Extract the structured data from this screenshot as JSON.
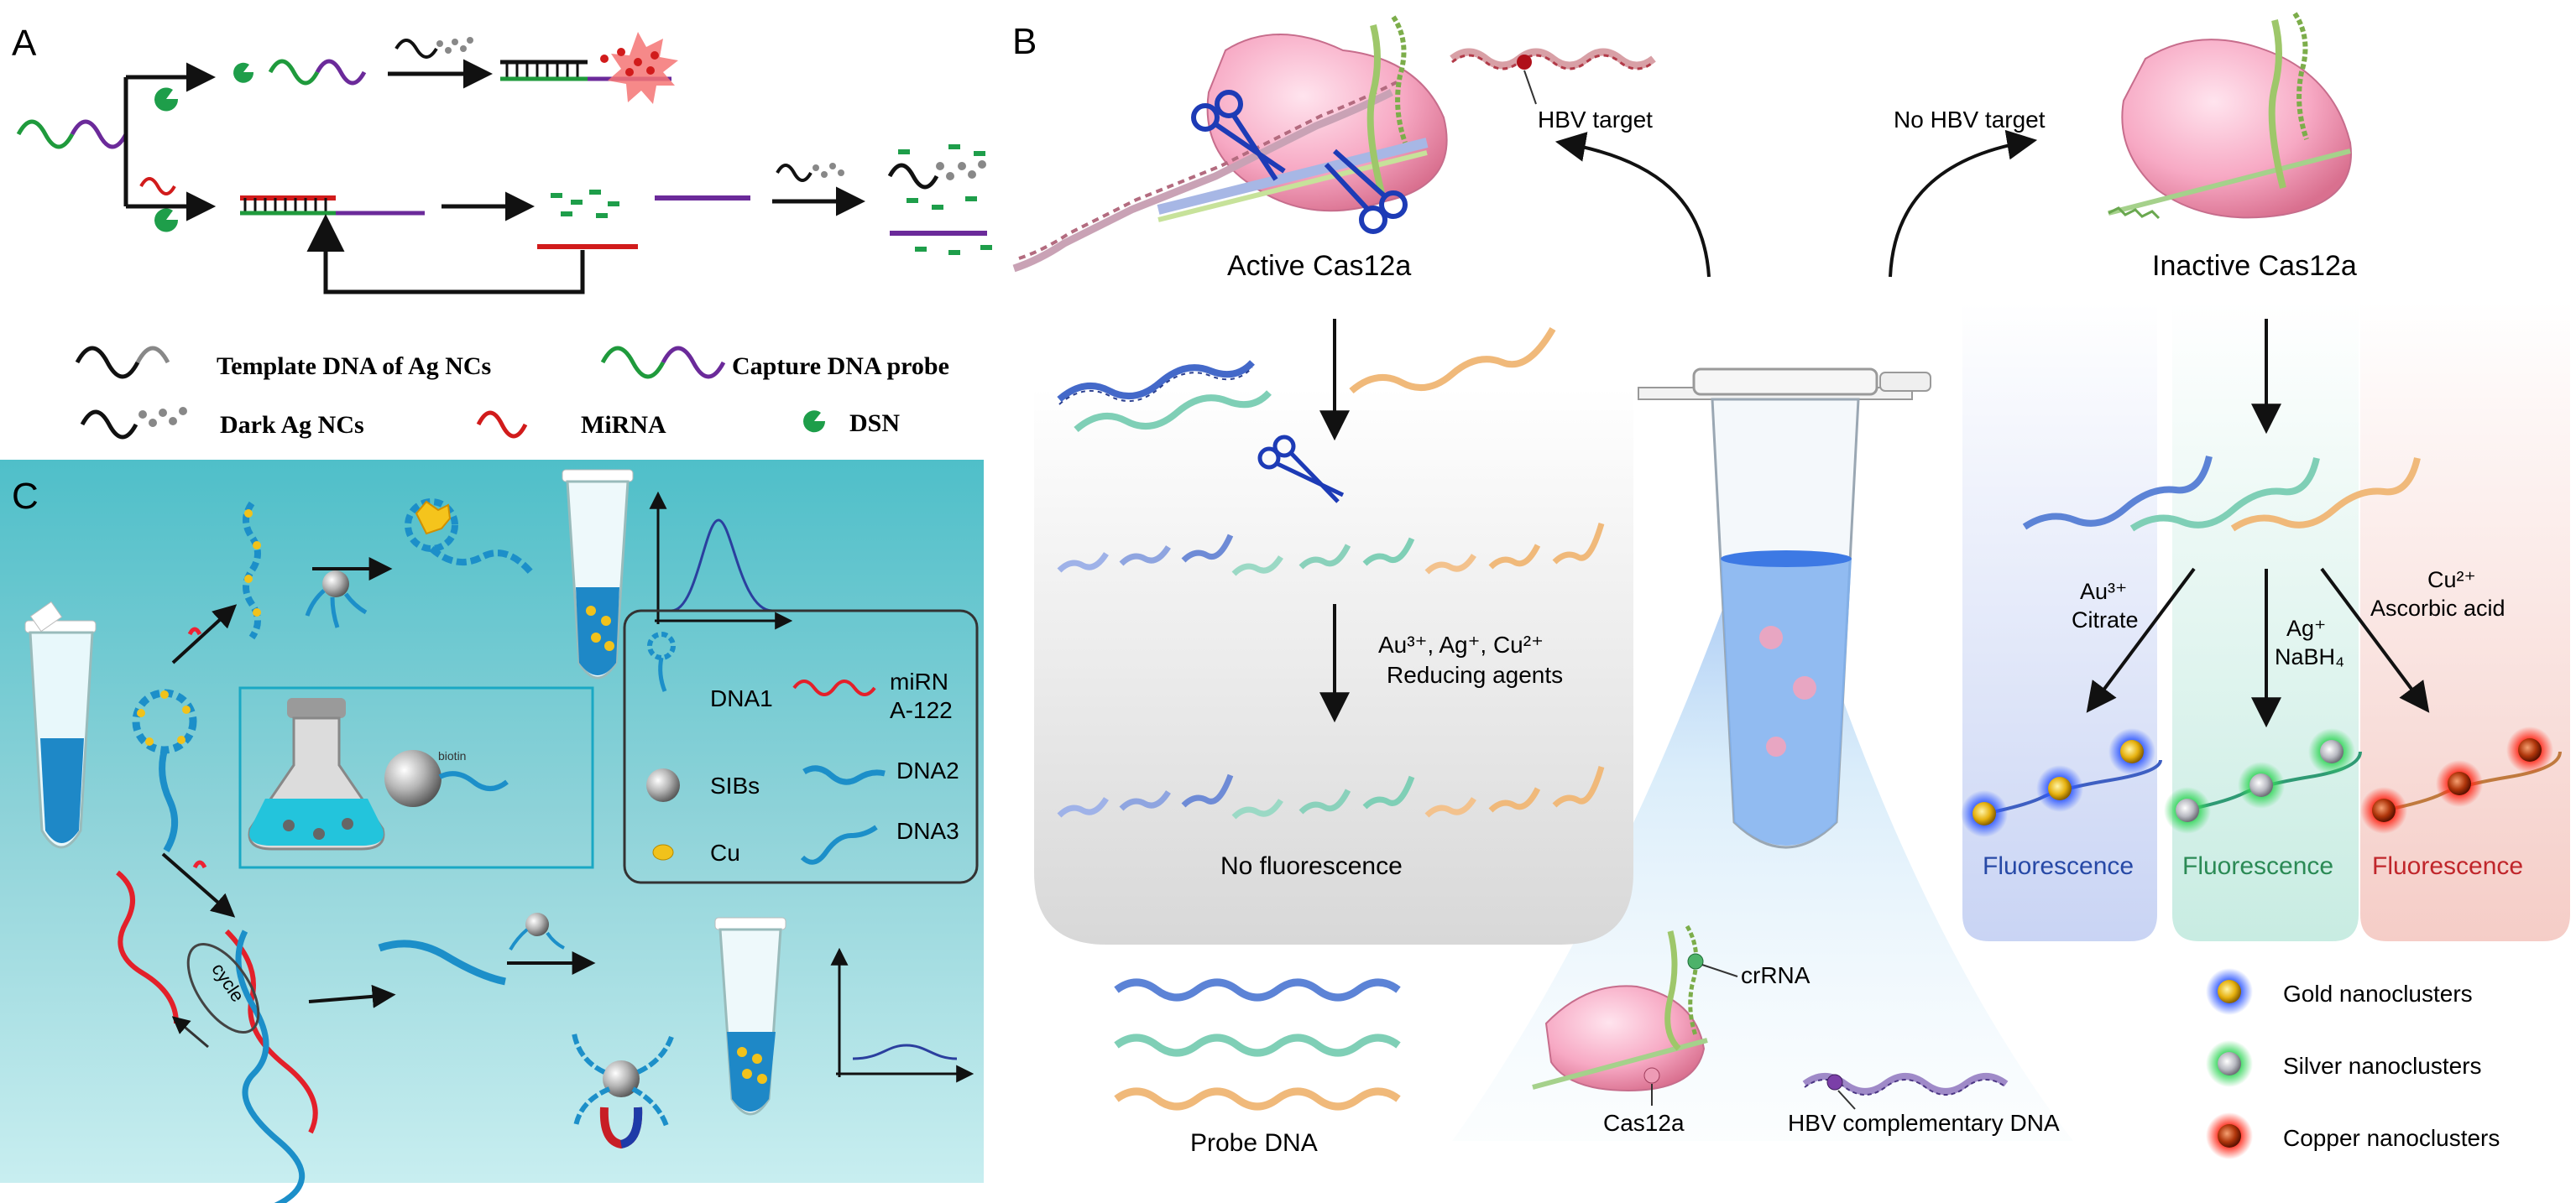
{
  "panels": {
    "a": {
      "letter": "A",
      "legend": {
        "template_dna": "Template DNA of Ag  NCs",
        "capture_probe": "Capture DNA probe",
        "dark_ag": "Dark Ag  NCs",
        "mirna": "MiRNA",
        "dsn": "DSN"
      }
    },
    "b": {
      "letter": "B",
      "hbv_target": "HBV target",
      "no_hbv_target": "No HBV target",
      "active": "Active Cas12a",
      "inactive": "Inactive Cas12a",
      "reagents_line1": "Au³⁺, Ag⁺, Cu²⁺",
      "reagents_line2": "Reducing agents",
      "no_fluorescence": "No fluorescence",
      "probe_dna": "Probe DNA",
      "crrna": "crRNA",
      "cas12a": "Cas12a",
      "hbv_complementary": "HBV complementary DNA",
      "branch_au_1": "Au³⁺",
      "branch_au_2": "Citrate",
      "branch_ag_1": "Ag⁺",
      "branch_ag_2": "NaBH₄",
      "branch_cu_1": "Cu²⁺",
      "branch_cu_2": "Ascorbic acid",
      "fluorescence_au": "Fluorescence",
      "fluorescence_ag": "Fluorescence",
      "fluorescence_cu": "Fluorescence",
      "legend_gold": "Gold nanoclusters",
      "legend_silver": "Silver nanoclusters",
      "legend_copper": "Copper nanoclusters"
    },
    "c": {
      "letter": "C",
      "biotin": "biotin",
      "cycle": "cycle",
      "legend": {
        "dna1": "DNA1",
        "mirna_1": "miRN",
        "mirna_2": "A-122",
        "sibs": "SIBs",
        "dna2": "DNA2",
        "cu": "Cu",
        "dna3": "DNA3"
      }
    }
  },
  "colors": {
    "gold": "#f2c21b",
    "silver": "#c9c9cf",
    "copper": "#c0380e",
    "blue_text": "#2749a6",
    "green_text": "#2b8a55",
    "red_text": "#c0262b",
    "teal_bg": "#5fc3cd"
  }
}
